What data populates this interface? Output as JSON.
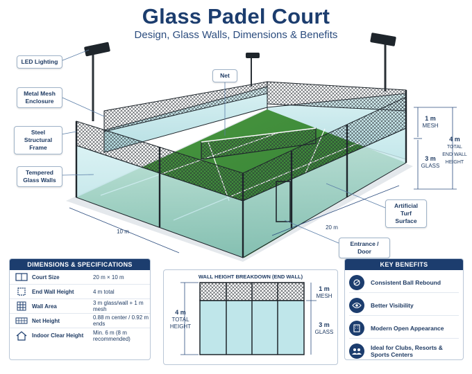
{
  "title": "Glass Padel Court",
  "subtitle": "Design, Glass Walls, Dimensions & Benefits",
  "callouts": {
    "led": "LED Lighting",
    "mesh": "Metal Mesh Enclosure",
    "frame": "Steel Structural Frame",
    "glass": "Tempered Glass Walls",
    "net": "Net",
    "turf": "Artificial Turf Surface",
    "door": "Entrance / Door"
  },
  "dims": {
    "length": "10 m",
    "width": "20 m",
    "mesh_value": "1 m",
    "mesh_unit": "MESH",
    "glass_value": "3 m",
    "glass_unit": "GLASS",
    "total_value": "4 m",
    "total_label": "TOTAL END WALL HEIGHT"
  },
  "specs": {
    "heading": "DIMENSIONS & SPECIFICATIONS",
    "rows": [
      {
        "label": "Court Size",
        "value": "20 m × 10 m",
        "icon": "court-icon"
      },
      {
        "label": "End Wall Height",
        "value": "4 m total",
        "icon": "wall-height-icon"
      },
      {
        "label": "Wall Area",
        "value": "3 m glass/wall + 1 m mesh",
        "icon": "grid-icon"
      },
      {
        "label": "Net Height",
        "value": "0.88 m center / 0.92 m ends",
        "icon": "net-icon"
      },
      {
        "label": "Indoor Clear Height",
        "value": "Min. 6 m (8 m recommended)",
        "icon": "roof-icon"
      }
    ]
  },
  "wall": {
    "heading": "WALL HEIGHT BREAKDOWN (END WALL)",
    "total_value": "4 m",
    "total_label": "TOTAL HEIGHT",
    "mesh_value": "1 m",
    "mesh_unit": "MESH",
    "glass_value": "3 m",
    "glass_unit": "GLASS"
  },
  "benefits": {
    "heading": "KEY BENEFITS",
    "items": [
      {
        "label": "Consistent Ball Rebound",
        "icon": "ball-icon"
      },
      {
        "label": "Better Visibility",
        "icon": "eye-icon"
      },
      {
        "label": "Modern Open Appearance",
        "icon": "building-icon"
      },
      {
        "label": "Ideal for Clubs, Resorts & Sports Centers",
        "icon": "people-icon"
      }
    ]
  },
  "colors": {
    "navy": "#1c3d6e",
    "turf": "#3c8a3c",
    "glass": "#bfe6ea",
    "frame": "#1e252b"
  }
}
